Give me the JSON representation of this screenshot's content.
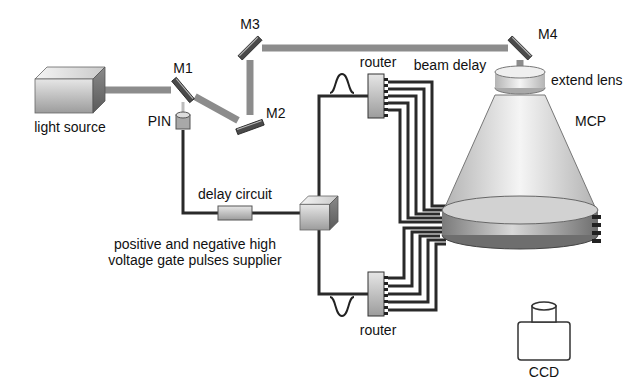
{
  "diagram": {
    "nodes": [
      {
        "text": [
          "light source"
        ]
      },
      {
        "text": [
          "M1"
        ]
      },
      {
        "text": [
          "M2"
        ]
      },
      {
        "text": [
          "M3"
        ]
      },
      {
        "text": [
          "M4"
        ]
      },
      {
        "text": [
          "extend lens"
        ]
      },
      {
        "text": [
          "MCP"
        ]
      },
      {
        "text": [
          "router"
        ]
      },
      {
        "text": [
          "PIN"
        ]
      },
      {
        "text": [
          "delay circuit"
        ]
      },
      {
        "text": [
          "positive and negative high voltage gate pulses supplier"
        ]
      },
      {
        "text": [
          "router"
        ]
      },
      {
        "text": [
          "CCD"
        ]
      }
    ],
    "edges": [
      {
        "from": 0,
        "to": 1,
        "arrow": "none"
      },
      {
        "from": 1,
        "to": 2,
        "arrow": "none"
      },
      {
        "from": 2,
        "to": 3,
        "arrow": "none"
      },
      {
        "from": 3,
        "to": 4,
        "label": "beam delay",
        "arrow": "none"
      },
      {
        "from": 4,
        "to": 5,
        "arrow": "none"
      },
      {
        "from": 1,
        "to": 8,
        "arrow": "none"
      },
      {
        "from": 8,
        "to": 9,
        "arrow": "none"
      },
      {
        "from": 9,
        "to": 10,
        "arrow": "none"
      },
      {
        "from": 10,
        "to": 7,
        "arrow": "none"
      },
      {
        "from": 10,
        "to": 11,
        "arrow": "none"
      },
      {
        "from": 7,
        "to": 6,
        "arrow": "none"
      },
      {
        "from": 11,
        "to": 6,
        "arrow": "none"
      }
    ]
  }
}
